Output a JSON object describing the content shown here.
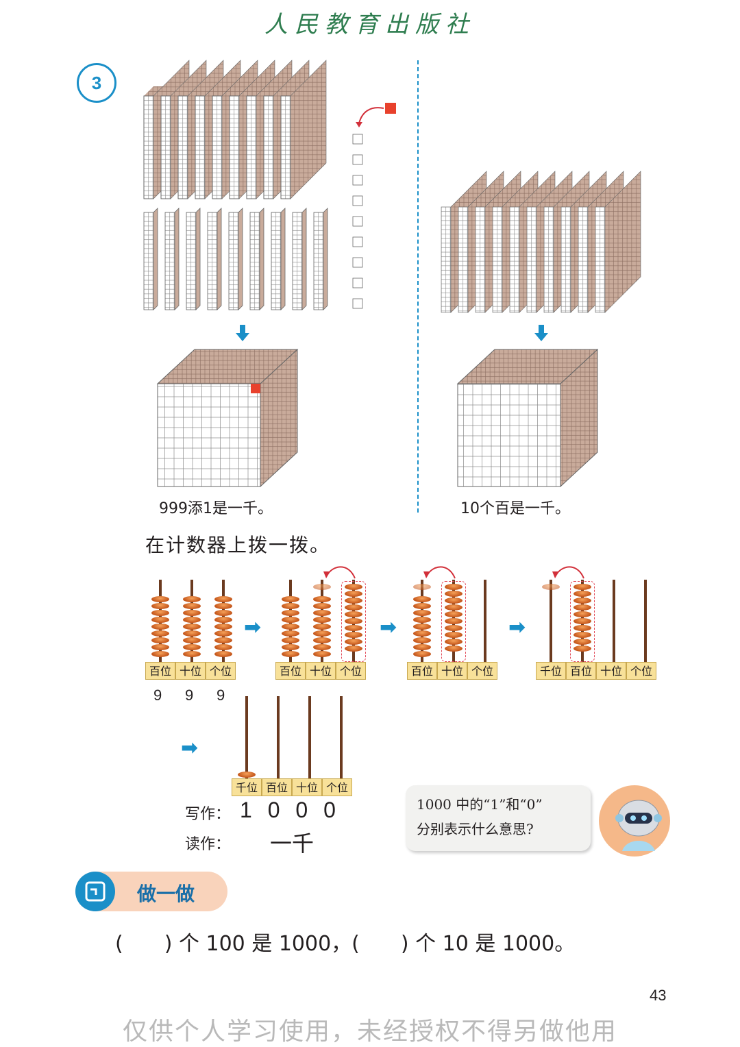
{
  "header": {
    "publisher": "人民教育出版社"
  },
  "problem": {
    "number": "3"
  },
  "left_panel": {
    "caption": "999添1是一千。"
  },
  "right_panel": {
    "caption": "10个百是一千。"
  },
  "instruction": "在计数器上拨一拨。",
  "abacus_steps": [
    {
      "labels": [
        "百位",
        "十位",
        "个位"
      ],
      "digits": [
        "9",
        "9",
        "9"
      ]
    },
    {
      "labels": [
        "百位",
        "十位",
        "个位"
      ]
    },
    {
      "labels": [
        "百位",
        "十位",
        "个位"
      ]
    },
    {
      "labels": [
        "千位",
        "百位",
        "十位",
        "个位"
      ]
    },
    {
      "labels": [
        "千位",
        "百位",
        "十位",
        "个位"
      ]
    }
  ],
  "write": {
    "label": "写作：",
    "digits": "1 0 0 0"
  },
  "read": {
    "label": "读作：",
    "value": "一千"
  },
  "speech_bubble": {
    "line1": "1000 中的“1”和“0”",
    "line2": "分别表示什么意思?"
  },
  "try_it": {
    "label": "做一做"
  },
  "exercise": {
    "text": "(　　) 个 100 是 1000，(　　) 个 10 是 1000。"
  },
  "page_number": "43",
  "watermark": "仅供个人学习使用，未经授权不得另做他用"
}
